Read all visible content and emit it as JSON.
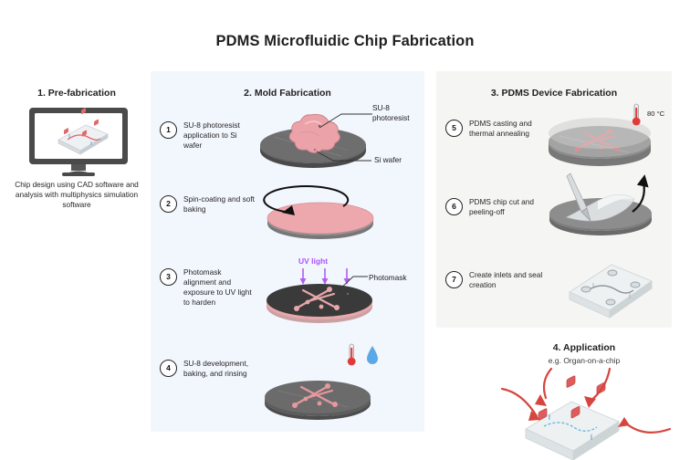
{
  "title": "PDMS Microfluidic Chip Fabrication",
  "sections": {
    "prefabrication": {
      "heading": "1. Pre-fabrication",
      "caption": "Chip design using CAD software and analysis with multiphysics simulation software",
      "icon": "monitor-cad-icon"
    },
    "mold": {
      "heading": "2. Mold Fabrication",
      "background_color": "#f2f6fd",
      "steps": [
        {
          "number": "1",
          "text": "SU-8 photoresist application to Si wafer",
          "icon": "wafer-with-resist-blob-icon"
        },
        {
          "number": "2",
          "text": "Spin-coating and soft baking",
          "icon": "spin-coated-wafer-icon"
        },
        {
          "number": "3",
          "text": "Photomask alignment and exposure to UV light to harden",
          "icon": "photomask-uv-exposure-icon"
        },
        {
          "number": "4",
          "text": "SU-8 development, baking, and rinsing",
          "icon": "developed-wafer-icon"
        }
      ],
      "labels": {
        "su8_photoresist": "SU-8 photoresist",
        "si_wafer": "Si wafer",
        "uv_light": "UV light",
        "photomask": "Photomask"
      }
    },
    "pdms": {
      "heading": "3. PDMS Device Fabrication",
      "background_color": "#f5f5f3",
      "steps": [
        {
          "number": "5",
          "text": "PDMS casting and thermal annealing",
          "icon": "pdms-casting-wafer-icon"
        },
        {
          "number": "6",
          "text": "PDMS chip cut and peeling-off",
          "icon": "scalpel-peeling-icon"
        },
        {
          "number": "7",
          "text": "Create inlets and seal creation",
          "icon": "finished-chip-icon"
        }
      ],
      "labels": {
        "temperature": "80 °C"
      }
    },
    "application": {
      "heading": "4. Application",
      "subheading": "e.g. Organ-on-a-chip",
      "icon": "organ-on-a-chip-icon"
    }
  },
  "colors": {
    "mold_panel": "#f2f6fd",
    "pdms_panel": "#f5f5f3",
    "wafer_gray": "#6e6e6e",
    "resist_pink": "#efa2a6",
    "photomask_dark": "#3b3b3b",
    "uv_purple": "#a855f7",
    "channel_red": "#d9534f",
    "water_blue": "#5aa9e6",
    "text": "#262626"
  }
}
